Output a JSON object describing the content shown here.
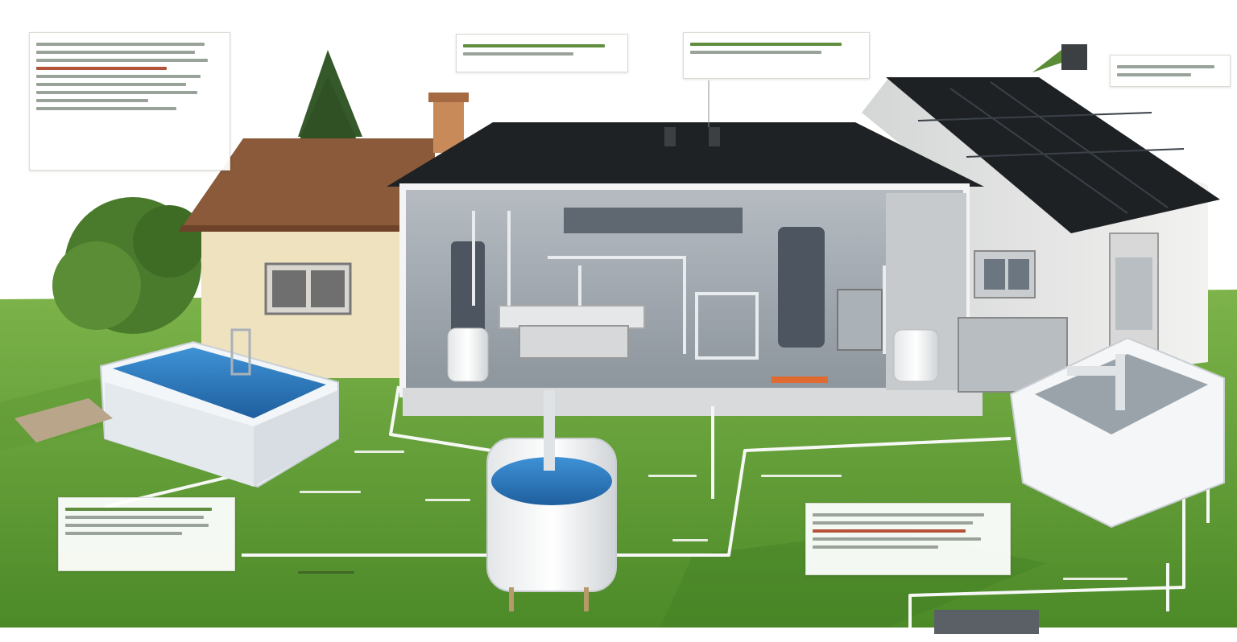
{
  "colors": {
    "grass": "#6ea43f",
    "grass_dark": "#4f8a2c",
    "water": "#2f7fc4",
    "roof": "#1f2224",
    "wall": "#e5e4e0",
    "shed_roof": "#8a5a3a",
    "shed_wall": "#efe2bf",
    "pipe": "#f4f6f4",
    "text_green": "#4c7f2f"
  },
  "callouts": {
    "top_left": {
      "title": "",
      "lines": 9
    },
    "top_center": {
      "title": "",
      "lines": 2
    },
    "top_right_center": {
      "title": "",
      "lines": 2
    },
    "top_right": {
      "title": "",
      "lines": 2
    },
    "bottom_left": {
      "title": "",
      "lines": 4
    },
    "bottom_right": {
      "title": "",
      "lines": 5
    }
  },
  "icons": [
    "house-icon",
    "pool-icon",
    "water-tank-icon",
    "tree-icon",
    "solar-panel-icon",
    "pipe-icon",
    "sink-tank-icon"
  ]
}
